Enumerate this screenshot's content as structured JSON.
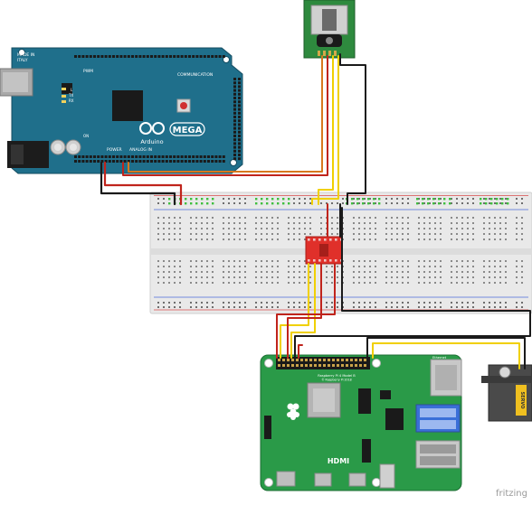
{
  "arduino": {
    "made_in_1": "MADE IN",
    "made_in_2": "ITALY",
    "pwm": "PWM",
    "l": "L",
    "tx": "TX",
    "rx": "RX",
    "on": "ON",
    "logo_word": "Arduino",
    "mega": "MEGA",
    "communication": "COMMUNICATION",
    "power": "POWER",
    "analog_in": "ANALOG IN"
  },
  "raspberry_pi": {
    "model_line1": "Raspberry Pi 4 Model B",
    "model_line2": "© Raspberry Pi 2018",
    "hdmi": "HDMI",
    "ethernet": "Ethernet"
  },
  "servo": {
    "label": "SERVO"
  },
  "watermark": "fritzing",
  "colors": {
    "arduino_board": "#1f6f8b",
    "pi_board": "#2a9a48",
    "breadboard": "#e8e8e8",
    "level_shifter": "#e0302a",
    "wire_red": "#c0241c",
    "wire_black": "#1a1a1a",
    "wire_yellow": "#f0d000",
    "wire_orange": "#d7781e"
  }
}
